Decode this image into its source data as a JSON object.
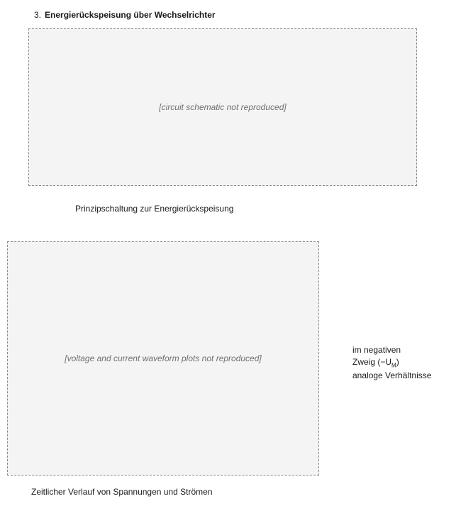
{
  "heading": {
    "number": "3.",
    "text": "Energierückspeisung über Wechselrichter"
  },
  "placeholders": {
    "schematic": "[circuit schematic not reproduced]",
    "waveforms": "[voltage and current waveform plots not reproduced]"
  },
  "captions": {
    "schematic": "Prinzipschaltung zur Energierückspeisung",
    "waveforms": "Zeitlicher Verlauf von Spannungen und Strömen"
  },
  "side_note": {
    "line1": "im negativen",
    "line2_prefix": "Zweig (−U",
    "line2_sub": "M",
    "line2_suffix": ")",
    "line3": "analoge Verhältnisse"
  }
}
